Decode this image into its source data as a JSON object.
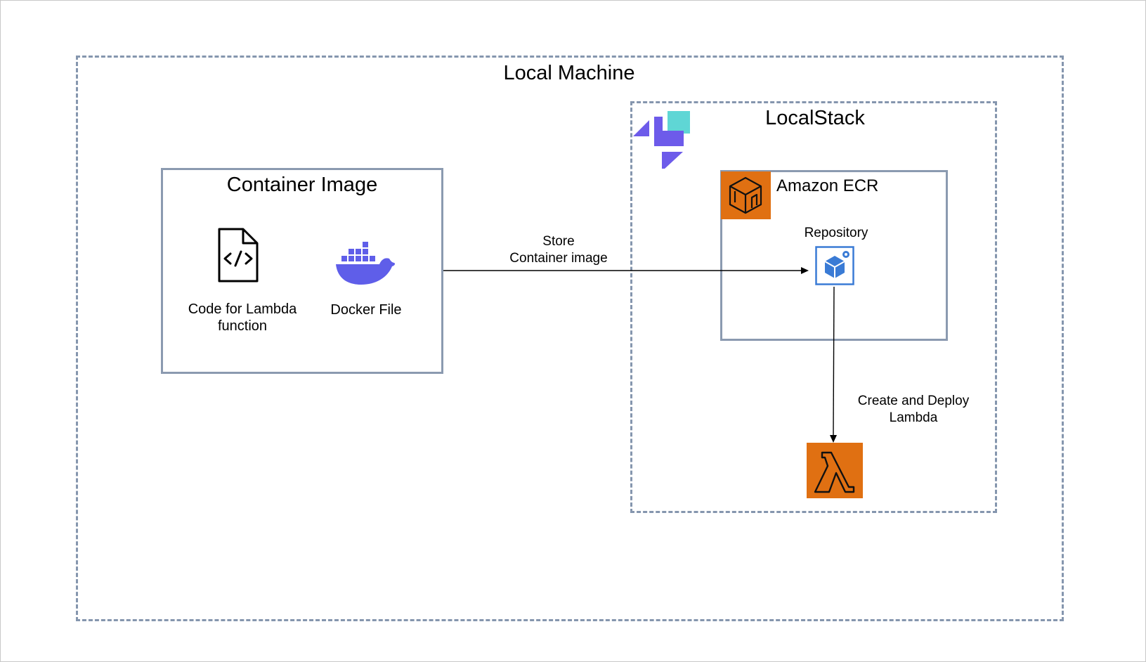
{
  "groups": {
    "local_machine": {
      "title": "Local Machine"
    },
    "localstack": {
      "title": "LocalStack"
    },
    "container_image": {
      "title": "Container Image",
      "items": [
        {
          "label": "Code for Lambda\nfunction",
          "icon": "code-file-icon"
        },
        {
          "label": "Docker File",
          "icon": "docker-whale-icon"
        }
      ]
    },
    "ecr": {
      "title": "Amazon ECR",
      "repository_label": "Repository"
    }
  },
  "edges": {
    "store": {
      "label": "Store\nContainer image"
    },
    "deploy": {
      "label": "Create and Deploy\nLambda"
    }
  },
  "icons": {
    "ecr": "amazon-ecr-icon",
    "repository": "ecr-repository-icon",
    "lambda": "aws-lambda-icon",
    "localstack": "localstack-logo"
  },
  "colors": {
    "aws_orange": "#e07012",
    "docker_blue": "#5f5ee9",
    "dashed_border": "#8596ae",
    "solid_border": "#8b9ab0",
    "repo_blue": "#3a7bd5",
    "localstack_purple": "#6d5bea",
    "localstack_teal": "#5fd6d5"
  }
}
